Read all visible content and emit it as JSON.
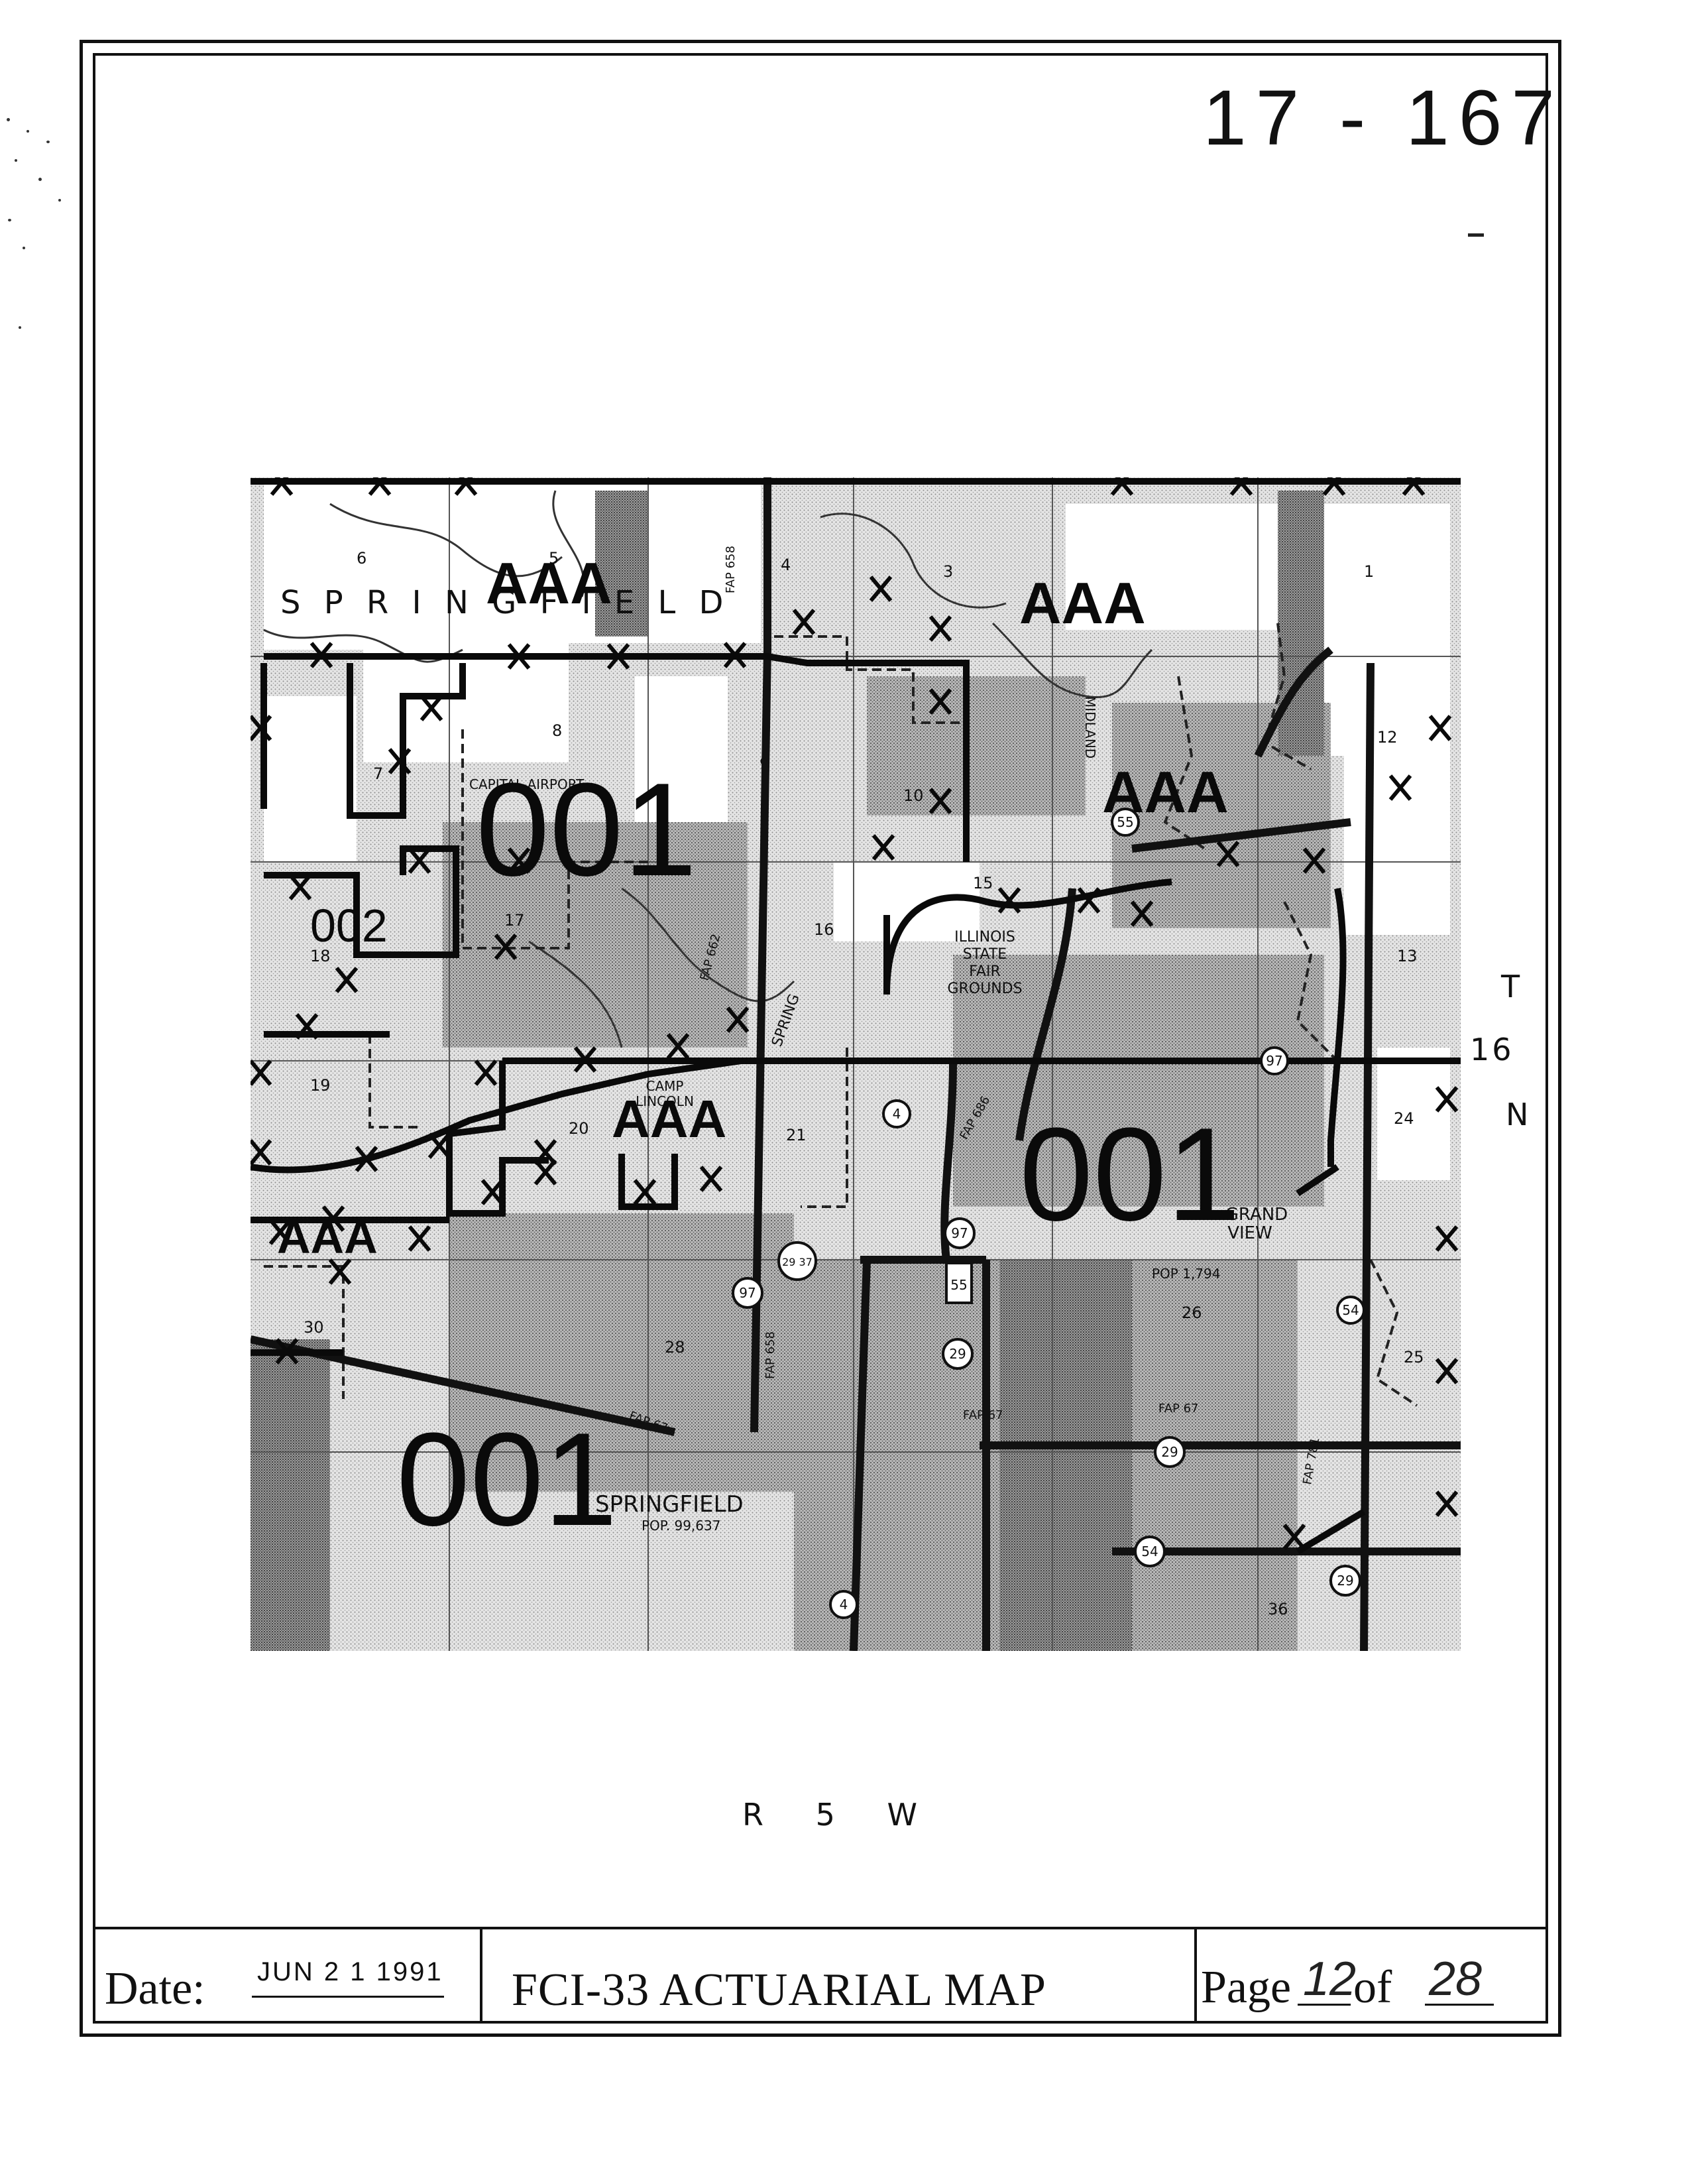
{
  "document": {
    "id_number": "17 - 167"
  },
  "map": {
    "zone_labels": [
      "AAA",
      "AAA",
      "AAA",
      "AAA",
      "AAA",
      "001",
      "001",
      "001",
      "002"
    ],
    "place_labels": {
      "springfield_top": "S P R I N G F I E L D",
      "capital_airport": "CAPITAL AIRPORT",
      "fairgrounds": [
        "ILLINOIS",
        "STATE",
        "FAIR",
        "GROUNDS"
      ],
      "camp_lincoln": [
        "CAMP",
        "LINCOLN"
      ],
      "grandview": [
        "GRAND",
        "VIEW"
      ],
      "grandview_pop": "POP 1,794",
      "springfield_city": "SPRINGFIELD",
      "springfield_pop": "POP. 99,637",
      "midland": "MIDLAND",
      "spring": "SPRING"
    },
    "road_labels": [
      "FAP 658",
      "FAP 658",
      "FAP 662",
      "FAP 686",
      "FAP 67",
      "FAP 67",
      "FAP 67",
      "FAP 781"
    ],
    "route_shields": [
      "97",
      "97",
      "97",
      "4",
      "4",
      "29",
      "29",
      "29",
      "54",
      "54",
      "55",
      "55",
      "29 37"
    ],
    "section_numbers": [
      "6",
      "5",
      "4",
      "3",
      "1",
      "7",
      "8",
      "9",
      "10",
      "12",
      "18",
      "17",
      "16",
      "15",
      "13",
      "19",
      "20",
      "21",
      "24",
      "25",
      "26",
      "28",
      "30",
      "36"
    ]
  },
  "township": {
    "t_letter": "T",
    "t_number": "16",
    "t_dir": "N",
    "range": "R 5 W"
  },
  "footer": {
    "date_label": "Date:",
    "date_value": "JUN 2 1 1991",
    "title": "FCI-33 ACTUARIAL MAP",
    "page_label": "Page",
    "page_current": "12",
    "page_of": "of",
    "page_total": "28"
  }
}
